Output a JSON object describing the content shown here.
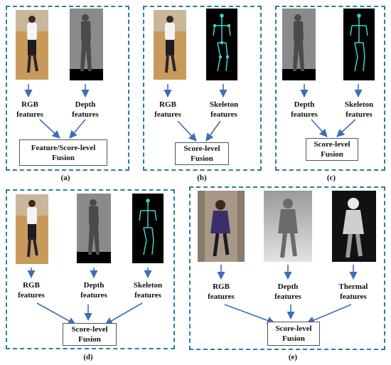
{
  "panels": {
    "a": {
      "caption": "(a)",
      "features": [
        {
          "line1": "RGB",
          "line2": "features"
        },
        {
          "line1": "Depth",
          "line2": "features"
        }
      ],
      "fusion": {
        "line1": "Feature/Score-level",
        "line2": "Fusion"
      }
    },
    "b": {
      "caption": "(b)",
      "features": [
        {
          "line1": "RGB",
          "line2": "features"
        },
        {
          "line1": "Skeleton",
          "line2": "features"
        }
      ],
      "fusion": {
        "line1": "Score-level",
        "line2": "Fusion"
      }
    },
    "c": {
      "caption": "(c)",
      "features": [
        {
          "line1": "Depth",
          "line2": "features"
        },
        {
          "line1": "Skeleton",
          "line2": "features"
        }
      ],
      "fusion": {
        "line1": "Score-level",
        "line2": "Fusion"
      }
    },
    "d": {
      "caption": "(d)",
      "features": [
        {
          "line1": "RGB",
          "line2": "features"
        },
        {
          "line1": "Depth",
          "line2": "features"
        },
        {
          "line1": "Skeleton",
          "line2": "features"
        }
      ],
      "fusion": {
        "line1": "Score-level",
        "line2": "Fusion"
      }
    },
    "e": {
      "caption": "(e)",
      "features": [
        {
          "line1": "RGB",
          "line2": "features"
        },
        {
          "line1": "Depth",
          "line2": "features"
        },
        {
          "line1": "Thermal",
          "line2": "features"
        }
      ],
      "fusion": {
        "line1": "Score-level",
        "line2": "Fusion"
      }
    }
  },
  "colors": {
    "panel_border": "#2a7f96",
    "arrow": "#3d6fb5",
    "skeleton": "#3fd3c6"
  }
}
